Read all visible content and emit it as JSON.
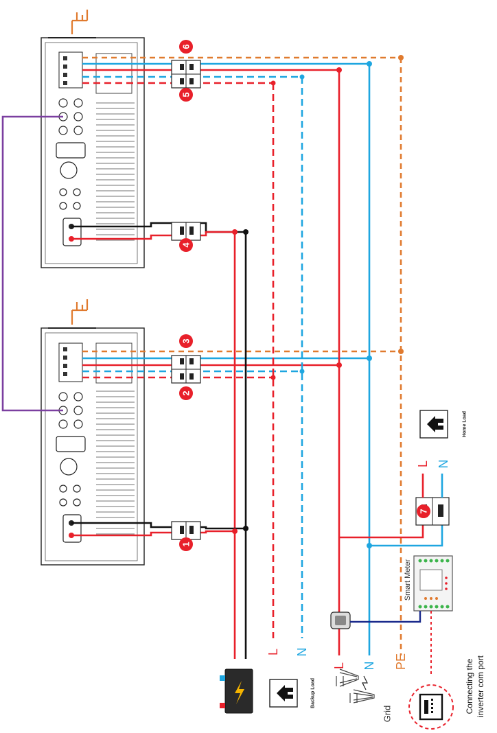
{
  "labels": {
    "backup_load": "Backup Load",
    "home_load": "Home Load",
    "grid": "Grid",
    "smart_meter": "Smart Meter",
    "com_port_line1": "Connecting the",
    "com_port_line2": "inverter com port",
    "backup_l": "L",
    "backup_n": "N",
    "grid_l": "L",
    "grid_n": "N",
    "grid_pe": "PE",
    "home_l": "L",
    "home_n": "N"
  },
  "markers": [
    "1",
    "2",
    "3",
    "4",
    "5",
    "6",
    "7"
  ],
  "colors": {
    "live": "#e8202a",
    "neutral": "#1ea6e0",
    "pe": "#e07a2e",
    "dc_neg": "#111111",
    "comm": "#7b3fa0",
    "meter_link": "#1a2a8c",
    "marker": "#e8202a"
  }
}
